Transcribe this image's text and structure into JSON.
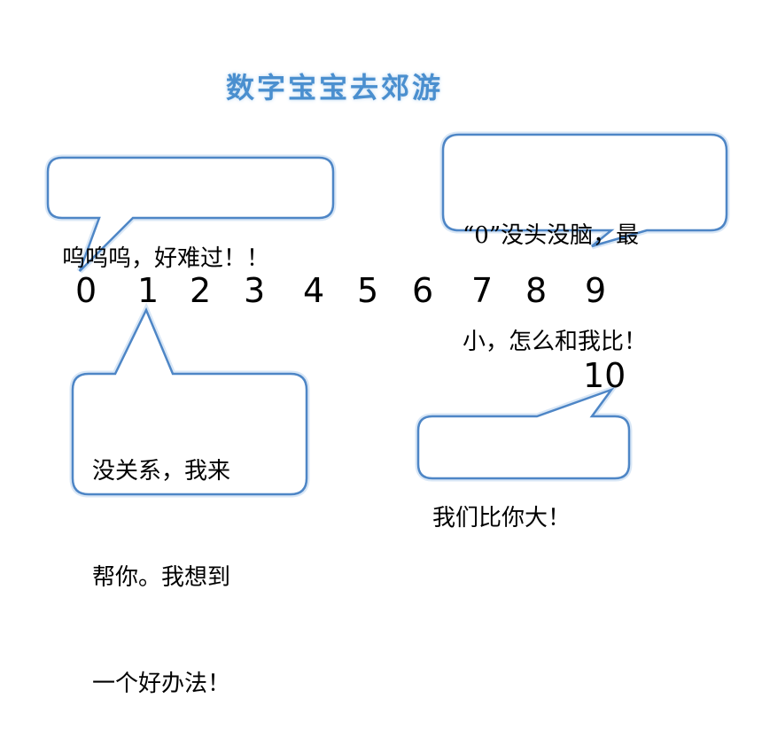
{
  "title": "数字宝宝去郊游",
  "numbers": [
    "0",
    "1",
    "2",
    "3",
    "4",
    "5",
    "6",
    "7",
    "8",
    "9"
  ],
  "ten": "10",
  "bubbles": {
    "zero": [
      "呜呜呜，好难过！！"
    ],
    "nine": [
      "“0”没头没脑，最",
      "小，怎么和我比！"
    ],
    "one": [
      "没关系，我来",
      "帮你。我想到",
      "一个好办法！"
    ],
    "ten": [
      "我们比你大！"
    ]
  },
  "colors": {
    "title": "#4a8fcf",
    "bubble_border": "#4e86c6"
  }
}
